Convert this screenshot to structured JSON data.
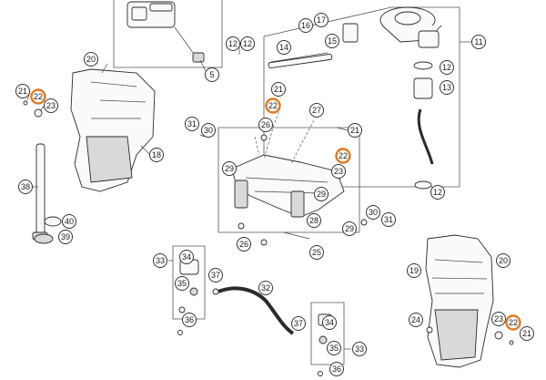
{
  "accent_color": "#e07a1f",
  "callouts": [
    {
      "text": "5"
    },
    {
      "text": "12"
    },
    {
      "text": "12"
    },
    {
      "text": "14"
    },
    {
      "text": "16"
    },
    {
      "text": "17"
    },
    {
      "text": "15"
    },
    {
      "text": "11"
    },
    {
      "text": "12"
    },
    {
      "text": "13"
    },
    {
      "text": "12"
    },
    {
      "text": "20"
    },
    {
      "text": "21"
    },
    {
      "text": "22",
      "highlight": true
    },
    {
      "text": "23"
    },
    {
      "text": "18"
    },
    {
      "text": "38"
    },
    {
      "text": "40"
    },
    {
      "text": "39"
    },
    {
      "text": "21"
    },
    {
      "text": "22",
      "highlight": true
    },
    {
      "text": "26"
    },
    {
      "text": "27"
    },
    {
      "text": "31"
    },
    {
      "text": "30"
    },
    {
      "text": "21"
    },
    {
      "text": "22",
      "highlight": true
    },
    {
      "text": "23"
    },
    {
      "text": "29"
    },
    {
      "text": "29"
    },
    {
      "text": "28"
    },
    {
      "text": "30"
    },
    {
      "text": "31"
    },
    {
      "text": "29"
    },
    {
      "text": "26"
    },
    {
      "text": "25"
    },
    {
      "text": "33"
    },
    {
      "text": "34"
    },
    {
      "text": "35"
    },
    {
      "text": "37"
    },
    {
      "text": "36"
    },
    {
      "text": "32"
    },
    {
      "text": "37"
    },
    {
      "text": "34"
    },
    {
      "text": "35"
    },
    {
      "text": "33"
    },
    {
      "text": "36"
    },
    {
      "text": "19"
    },
    {
      "text": "20"
    },
    {
      "text": "24"
    },
    {
      "text": "23"
    },
    {
      "text": "22",
      "highlight": true
    },
    {
      "text": "21"
    }
  ]
}
